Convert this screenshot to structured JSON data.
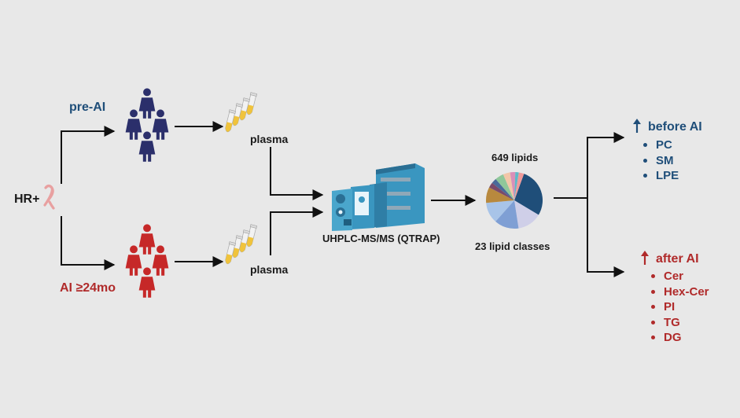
{
  "labels": {
    "hr_plus": "HR+",
    "pre_ai": "pre-AI",
    "ai_24mo": "AI ≥24mo",
    "plasma_top": "plasma",
    "plasma_bottom": "plasma",
    "instrument": "UHPLC-MS/MS (QTRAP)",
    "lipids_count": "649 lipids",
    "lipid_classes": "23 lipid classes"
  },
  "before_ai": {
    "title": "before AI",
    "items": [
      "PC",
      "SM",
      "LPE"
    ]
  },
  "after_ai": {
    "title": "after AI",
    "items": [
      "Cer",
      "Hex-Cer",
      "PI",
      "TG",
      "DG"
    ]
  },
  "colors": {
    "background": "#e8e8e8",
    "blue_group": "#2b2f6b",
    "red_group": "#c62828",
    "blue_text": "#1f4e79",
    "red_text": "#b02a2a",
    "ribbon": "#e8a0a0",
    "instrument": "#3a96c0"
  },
  "icons": {
    "ribbon": "awareness-ribbon-icon",
    "people": "people-group-icon",
    "tubes": "sample-tubes-icon",
    "instrument": "mass-spectrometer-icon",
    "pie": "lipid-class-pie-icon",
    "up_arrow": "up-arrow-icon"
  },
  "pie_slices": [
    {
      "value": 28,
      "color": "#1f4e79"
    },
    {
      "value": 14,
      "color": "#cfcfe8"
    },
    {
      "value": 14,
      "color": "#7f9fd4"
    },
    {
      "value": 12,
      "color": "#a8c4e8"
    },
    {
      "value": 9,
      "color": "#b8893e"
    },
    {
      "value": 3,
      "color": "#7a4a6a"
    },
    {
      "value": 3,
      "color": "#4a6a9a"
    },
    {
      "value": 5,
      "color": "#8fc79a"
    },
    {
      "value": 4,
      "color": "#f2c6a8"
    },
    {
      "value": 3,
      "color": "#d98fb8"
    },
    {
      "value": 2,
      "color": "#5fb8c8"
    },
    {
      "value": 3,
      "color": "#f09a9a"
    }
  ]
}
